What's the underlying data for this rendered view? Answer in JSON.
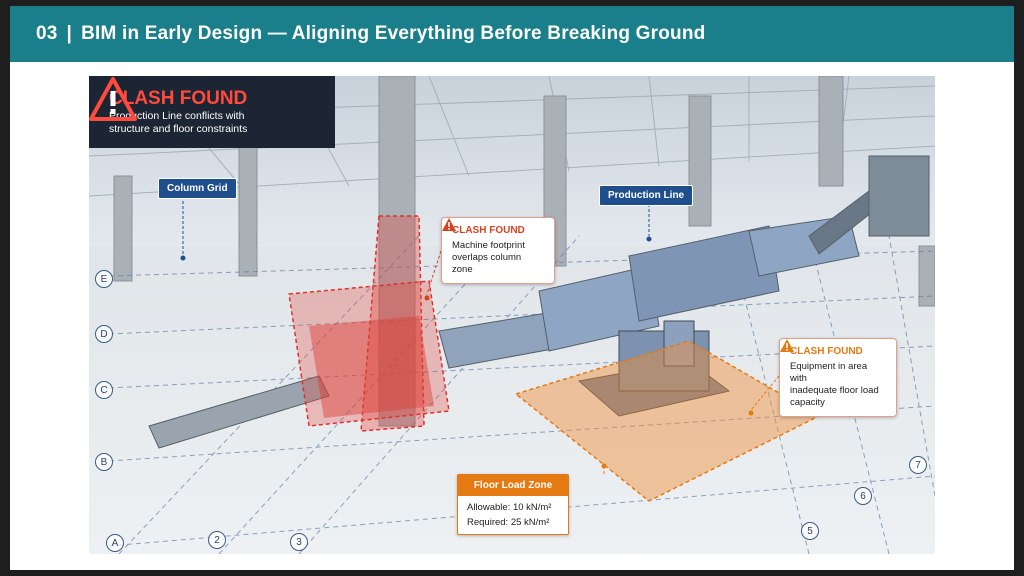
{
  "header": {
    "number": "03",
    "separator": "|",
    "title": "BIM in Early Design — Aligning Everything Before Breaking Ground"
  },
  "banner": {
    "heading": "CLASH FOUND",
    "line1": "Production Line conflicts with",
    "line2": "structure and floor constraints",
    "icon": "warning-triangle-icon"
  },
  "labels": {
    "column_grid": "Column Grid",
    "production_line": "Production Line"
  },
  "callouts": {
    "column": {
      "heading": "CLASH FOUND",
      "line1": "Machine footprint",
      "line2": "overlaps column zone"
    },
    "floor": {
      "heading": "CLASH FOUND",
      "line1": "Equipment in area with",
      "line2": "inadequate floor load",
      "line3": "capacity"
    }
  },
  "floor_load": {
    "title": "Floor Load Zone",
    "allowable": "Allowable:  10 kN/m²",
    "required": "Required:  25 kN/m²"
  },
  "grid_rows": [
    "E",
    "D",
    "C",
    "B",
    "A"
  ],
  "grid_cols": [
    "2",
    "3",
    "5",
    "6",
    "7"
  ],
  "colors": {
    "header": "#1a7f8a",
    "clash_red": "#e0302a",
    "floor_orange": "#e67a12",
    "label_blue": "#1f4e8c",
    "banner_dark": "#1c2533"
  }
}
